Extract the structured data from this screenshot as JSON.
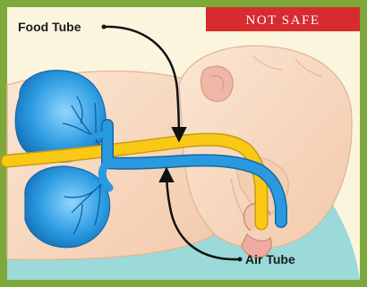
{
  "labels": {
    "food_tube": "Food Tube",
    "air_tube": "Air Tube"
  },
  "badge": {
    "text": "NOT SAFE",
    "color": "#d62b2f"
  },
  "colors": {
    "frame": "#7fa83b",
    "background": "#fbf5de",
    "surface": "#9cd9d9",
    "skin": "#f8dcc4",
    "skin_shadow": "#e8b79a",
    "lung": "#2a9ae0",
    "food_tube": "#f9c916",
    "air_tube": "#1e8fd6"
  }
}
